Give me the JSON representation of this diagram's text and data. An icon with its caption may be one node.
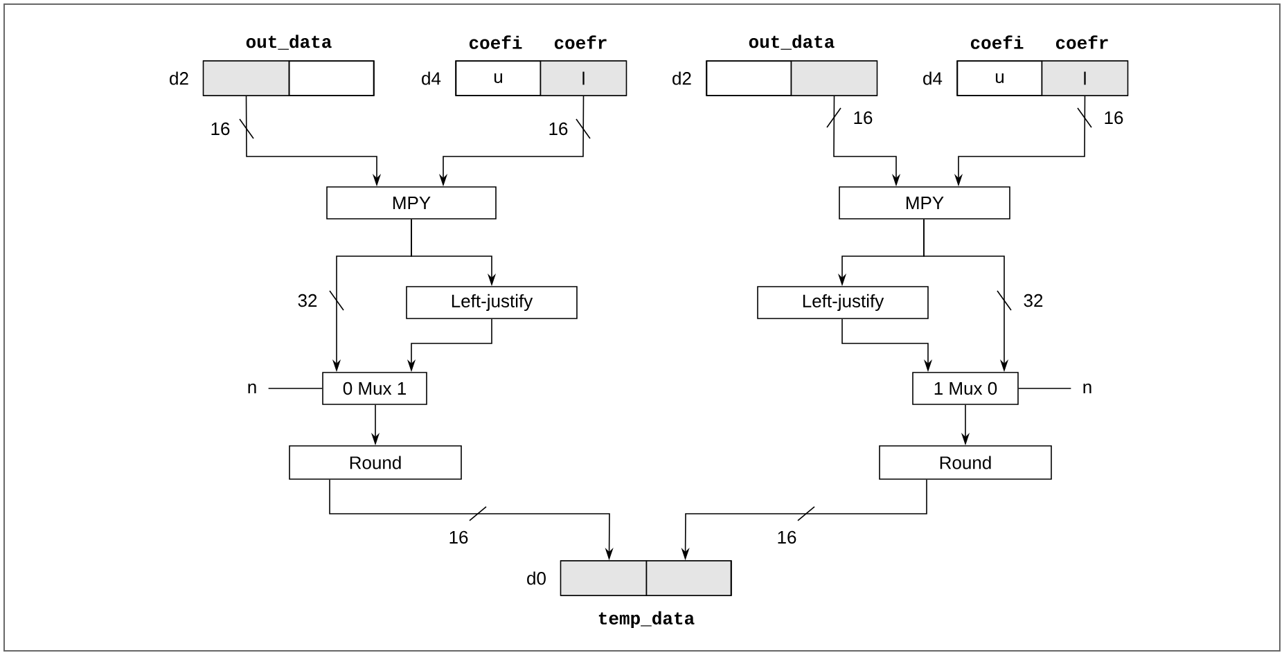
{
  "diagram": {
    "nodes": [
      {
        "text": [
          "out_data"
        ],
        "beside": [
          "d2"
        ]
      },
      {
        "text": [],
        "shape": "box",
        "in": 0
      },
      {
        "text": [],
        "shape": "box",
        "in": 0
      },
      {
        "text": [],
        "shape": "box",
        "beside": [
          "d4"
        ]
      },
      {
        "text": [
          "coefi",
          "u"
        ],
        "in": 3
      },
      {
        "text": [
          "coefr",
          "l"
        ],
        "in": 3
      },
      {
        "text": [
          "out_data"
        ],
        "beside": [
          "d2"
        ]
      },
      {
        "text": [],
        "shape": "box",
        "in": 6
      },
      {
        "text": [],
        "shape": "box",
        "in": 6
      },
      {
        "text": [],
        "shape": "box",
        "beside": [
          "d4"
        ]
      },
      {
        "text": [
          "coefi",
          "u"
        ],
        "in": 9
      },
      {
        "text": [
          "coefr",
          "l"
        ],
        "in": 9
      },
      {
        "text": [
          "MPY"
        ]
      },
      {
        "text": [
          "MPY"
        ]
      },
      {
        "text": [
          "Left-justify"
        ]
      },
      {
        "text": [
          "Left-justify"
        ]
      },
      {
        "text": [
          "0 Mux 1"
        ]
      },
      {
        "text": [
          "1 Mux 0"
        ]
      },
      {
        "text": [
          "Round"
        ]
      },
      {
        "text": [
          "Round"
        ]
      },
      {
        "text": [
          "temp_data"
        ],
        "beside": [
          "d0"
        ]
      },
      {
        "text": [],
        "shape": "box",
        "in": 20
      },
      {
        "text": [],
        "shape": "box",
        "in": 20
      },
      {
        "text": [
          "n"
        ]
      },
      {
        "text": [
          "n"
        ]
      }
    ],
    "edges": [
      {
        "from": 1,
        "to": 12,
        "arrow": "to",
        "label": "16"
      },
      {
        "from": 5,
        "to": 12,
        "arrow": "to",
        "label": "16"
      },
      {
        "from": 8,
        "to": 13,
        "arrow": "to",
        "label": "16"
      },
      {
        "from": 11,
        "to": 13,
        "arrow": "to",
        "label": "16"
      },
      {
        "from": 12,
        "to": 16,
        "arrow": "to",
        "label": "32"
      },
      {
        "from": 12,
        "to": 14,
        "arrow": "to"
      },
      {
        "from": 14,
        "to": 16,
        "arrow": "to"
      },
      {
        "from": 13,
        "to": 15,
        "arrow": "to"
      },
      {
        "from": 13,
        "to": 17,
        "arrow": "to",
        "label": "32"
      },
      {
        "from": 15,
        "to": 17,
        "arrow": "to"
      },
      {
        "from": 23,
        "to": 16,
        "arrow": "none"
      },
      {
        "from": 24,
        "to": 17,
        "arrow": "none"
      },
      {
        "from": 16,
        "to": 18,
        "arrow": "to"
      },
      {
        "from": 17,
        "to": 19,
        "arrow": "to"
      },
      {
        "from": 18,
        "to": 21,
        "arrow": "to",
        "label": "16"
      },
      {
        "from": 19,
        "to": 22,
        "arrow": "to",
        "label": "16"
      }
    ]
  }
}
